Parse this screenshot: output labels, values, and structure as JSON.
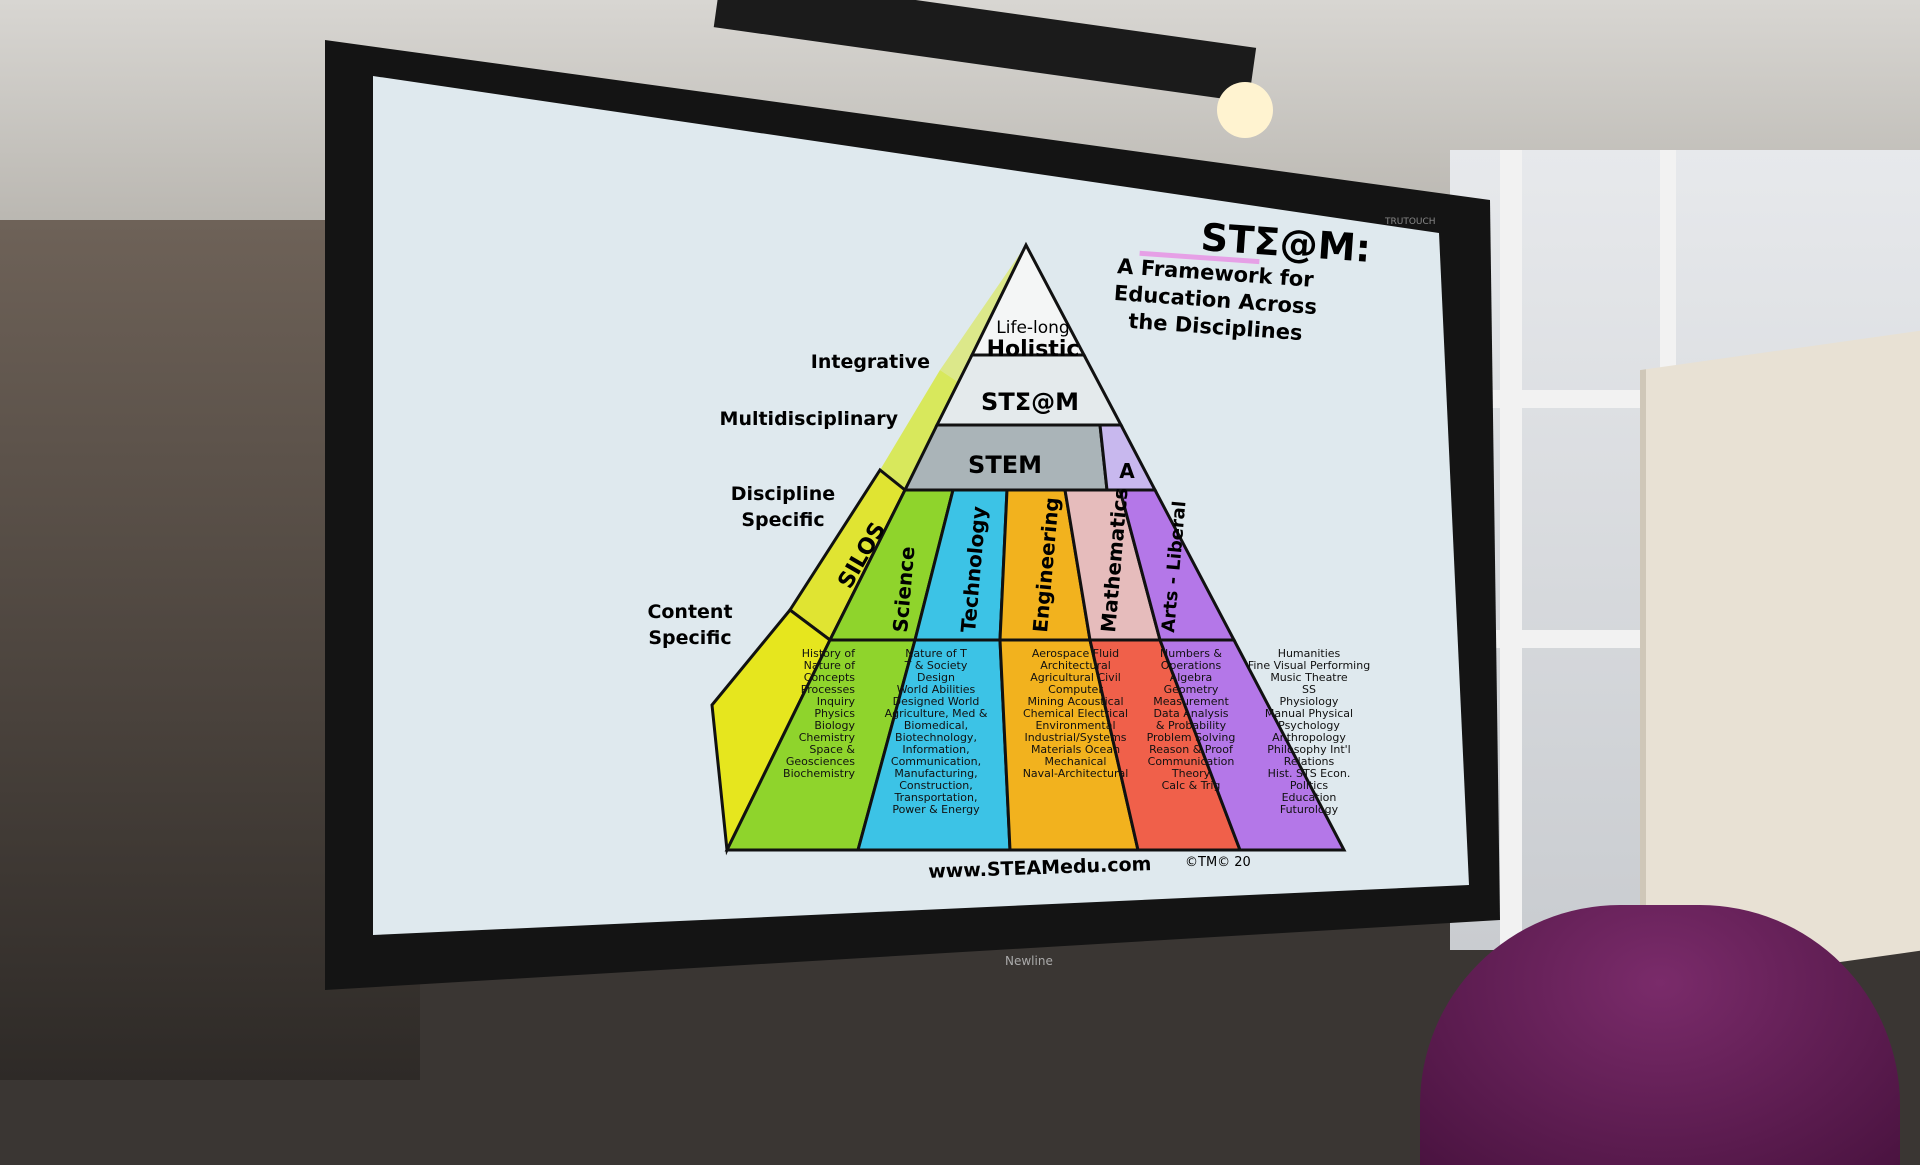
{
  "title": {
    "logo": "STΣ@M:",
    "subtitle_lines": [
      "A Framework for",
      "Education Across",
      "the Disciplines"
    ]
  },
  "levels": {
    "integrative": "Integrative",
    "multidisciplinary": "Multidisciplinary",
    "discipline_specific": "Discipline Specific",
    "content_specific": "Content Specific"
  },
  "pyramid": {
    "top_small": "Life-long",
    "top": "Holistic",
    "steam": "STΣ@M",
    "stem": "STEM",
    "a": "A",
    "silos": "SILOS",
    "columns": [
      "Science",
      "Technology",
      "Engineering",
      "Mathematics",
      "Arts - Liberal"
    ]
  },
  "content": {
    "science": [
      "History of",
      "Nature of",
      "Concepts",
      "Processes",
      "Inquiry",
      "Physics",
      "Biology",
      "Chemistry",
      "Space &",
      "Geosciences",
      "Biochemistry"
    ],
    "technology": [
      "Nature of T",
      "T & Society",
      "Design",
      "World Abilities",
      "Designed World",
      "Agriculture, Med & Biomedical,",
      "Biotechnology, Information,",
      "Communication, Manufacturing,",
      "Construction, Transportation,",
      "Power & Energy"
    ],
    "engineering": [
      "Aerospace  Fluid",
      "Architectural",
      "Agricultural  Civil",
      "Computer",
      "Mining  Acoustical",
      "Chemical  Electrical",
      "Environmental",
      "Industrial/Systems",
      "Materials  Ocean",
      "Mechanical",
      "Naval-Architectural"
    ],
    "mathematics": [
      "Numbers &",
      "Operations",
      "Algebra",
      "Geometry",
      "Measurement",
      "Data Analysis",
      "& Probability",
      "Problem Solving",
      "Reason & Proof",
      "Communication",
      "Theory",
      "Calc & Trig"
    ],
    "arts": [
      "Humanities",
      "Fine Visual Performing",
      "Music Theatre",
      "SS",
      "Physiology",
      "Manual Physical Psychology",
      "Anthropology Philosophy Int'l Relations",
      "Hist. STS Econ.",
      "Politics",
      "Education",
      "Futurology"
    ]
  },
  "footer": {
    "url": "www.STEAMedu.com",
    "copyright": "©TM© 20"
  },
  "monitor": {
    "brand": "Newline",
    "bezel_brand": "TRUTOUCH"
  },
  "colors": {
    "yellow": "#e6e61e",
    "green": "#8fd42c",
    "blue": "#3cc3e6",
    "orange": "#f2b21e",
    "red": "#f0604a",
    "pink": "#e6bcbc",
    "purple": "#b477e8",
    "gray": "#aab4b8"
  }
}
